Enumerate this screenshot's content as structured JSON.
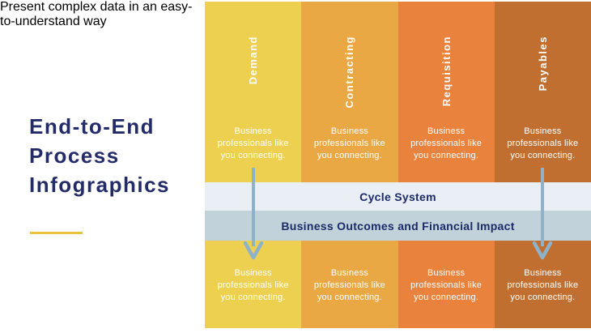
{
  "left_panel": {
    "title_lines": [
      "End-to-End",
      "Process",
      "Infographics"
    ],
    "subtitle_lines": [
      "Present complex data in an easy-",
      "to-understand way"
    ],
    "title_color": "#232c68",
    "subtitle_color": "#8e8e8e",
    "underline_color": "#e8c43e"
  },
  "process": {
    "columns": [
      {
        "header": "Demand",
        "color": "#edd04f",
        "top_text": "Business professionals like you connecting.",
        "bottom_text": "Business professionals like you connecting.",
        "has_arrow": true
      },
      {
        "header": "Contracting",
        "color": "#e9a843",
        "top_text": "Business professionals like you connecting.",
        "bottom_text": "Business professionals like you connecting.",
        "has_arrow": false
      },
      {
        "header": "Requisition",
        "color": "#e8823c",
        "top_text": "Business professionals like you connecting.",
        "bottom_text": "Business professionals like you connecting.",
        "has_arrow": false
      },
      {
        "header": "Payables",
        "color": "#c06f30",
        "top_text": "Business professionals like you connecting.",
        "bottom_text": "Business professionals like you connecting.",
        "has_arrow": true
      }
    ],
    "bands": [
      {
        "label": "Cycle System",
        "bg": "#e9eff4"
      },
      {
        "label": "Business Outcomes and Financial Impact",
        "bg": "#c2d2db"
      }
    ],
    "arrow_color": "#8fb2cb",
    "text_color": "#ffffff"
  }
}
